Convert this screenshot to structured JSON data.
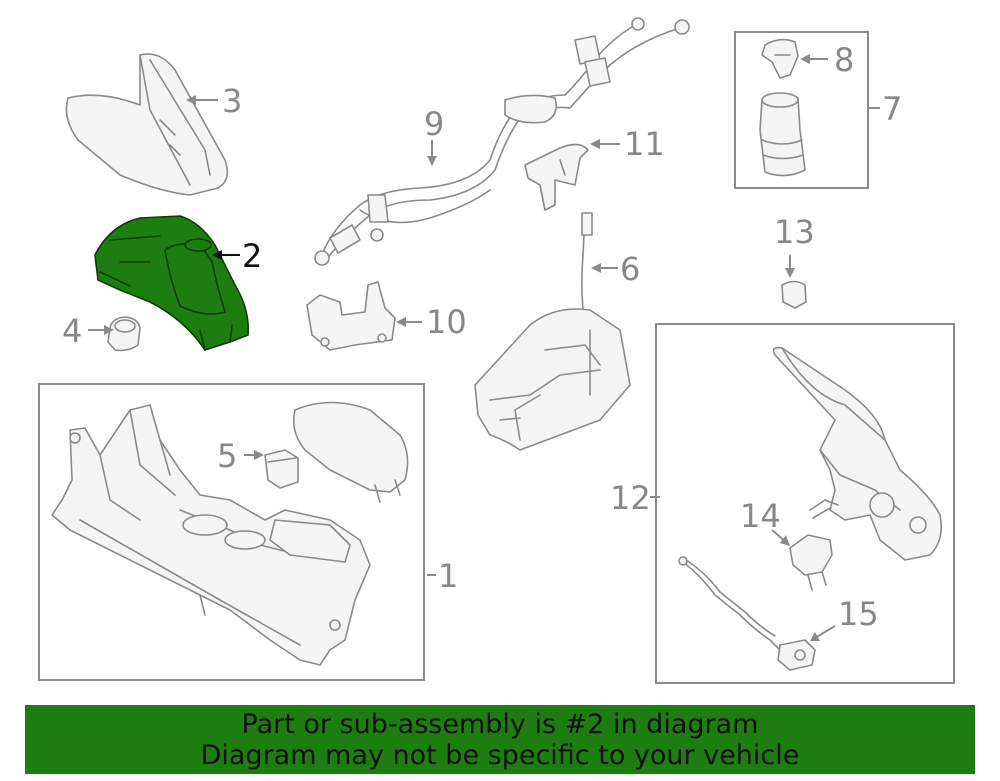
{
  "callouts": {
    "c1": "1",
    "c2": "2",
    "c3": "3",
    "c4": "4",
    "c5": "5",
    "c6": "6",
    "c7": "7",
    "c8": "8",
    "c9": "9",
    "c10": "10",
    "c11": "11",
    "c12": "12",
    "c13": "13",
    "c14": "14",
    "c15": "15"
  },
  "banner": {
    "line1": "Part or sub-assembly is #2 in diagram",
    "line2": "Diagram may not be specific to your vehicle"
  },
  "colors": {
    "highlight": "#1e7d10",
    "line": "#8a8a8a",
    "banner": "#1e7d10"
  },
  "highlighted_part": "2"
}
